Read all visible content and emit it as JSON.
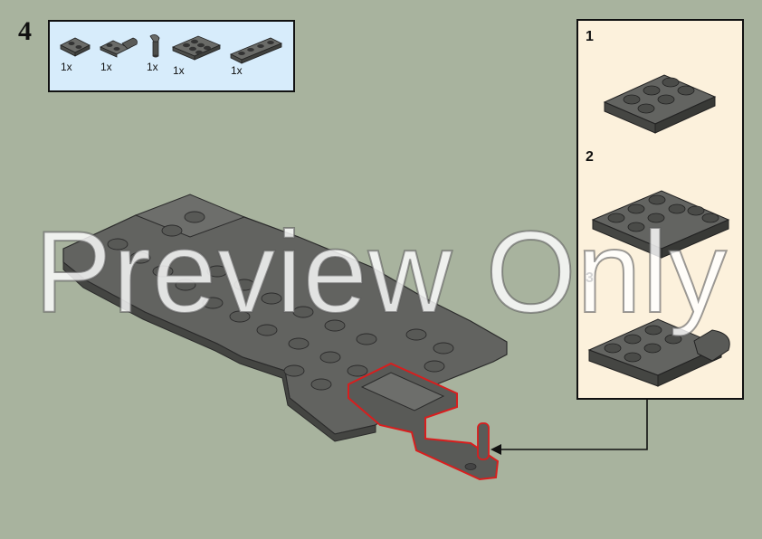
{
  "step": {
    "number": "4"
  },
  "parts_list": {
    "items": [
      {
        "icon": "plate-1x2-icon",
        "qty": "1x"
      },
      {
        "icon": "plate-hinge-icon",
        "qty": "1x"
      },
      {
        "icon": "bar-holder-clip-icon",
        "qty": "1x"
      },
      {
        "icon": "plate-2x3-icon",
        "qty": "1x"
      },
      {
        "icon": "plate-1x4-icon",
        "qty": "1x"
      }
    ]
  },
  "callout": {
    "steps": [
      {
        "number": "1"
      },
      {
        "number": "2"
      },
      {
        "number": "3"
      }
    ]
  },
  "watermark": "Preview Only",
  "colors": {
    "background": "#a8b39e",
    "parts_box": "#d7ecfb",
    "callout_box": "#fcf1dc",
    "brick": "#5c5d5a",
    "highlight": "#d81e1e"
  }
}
